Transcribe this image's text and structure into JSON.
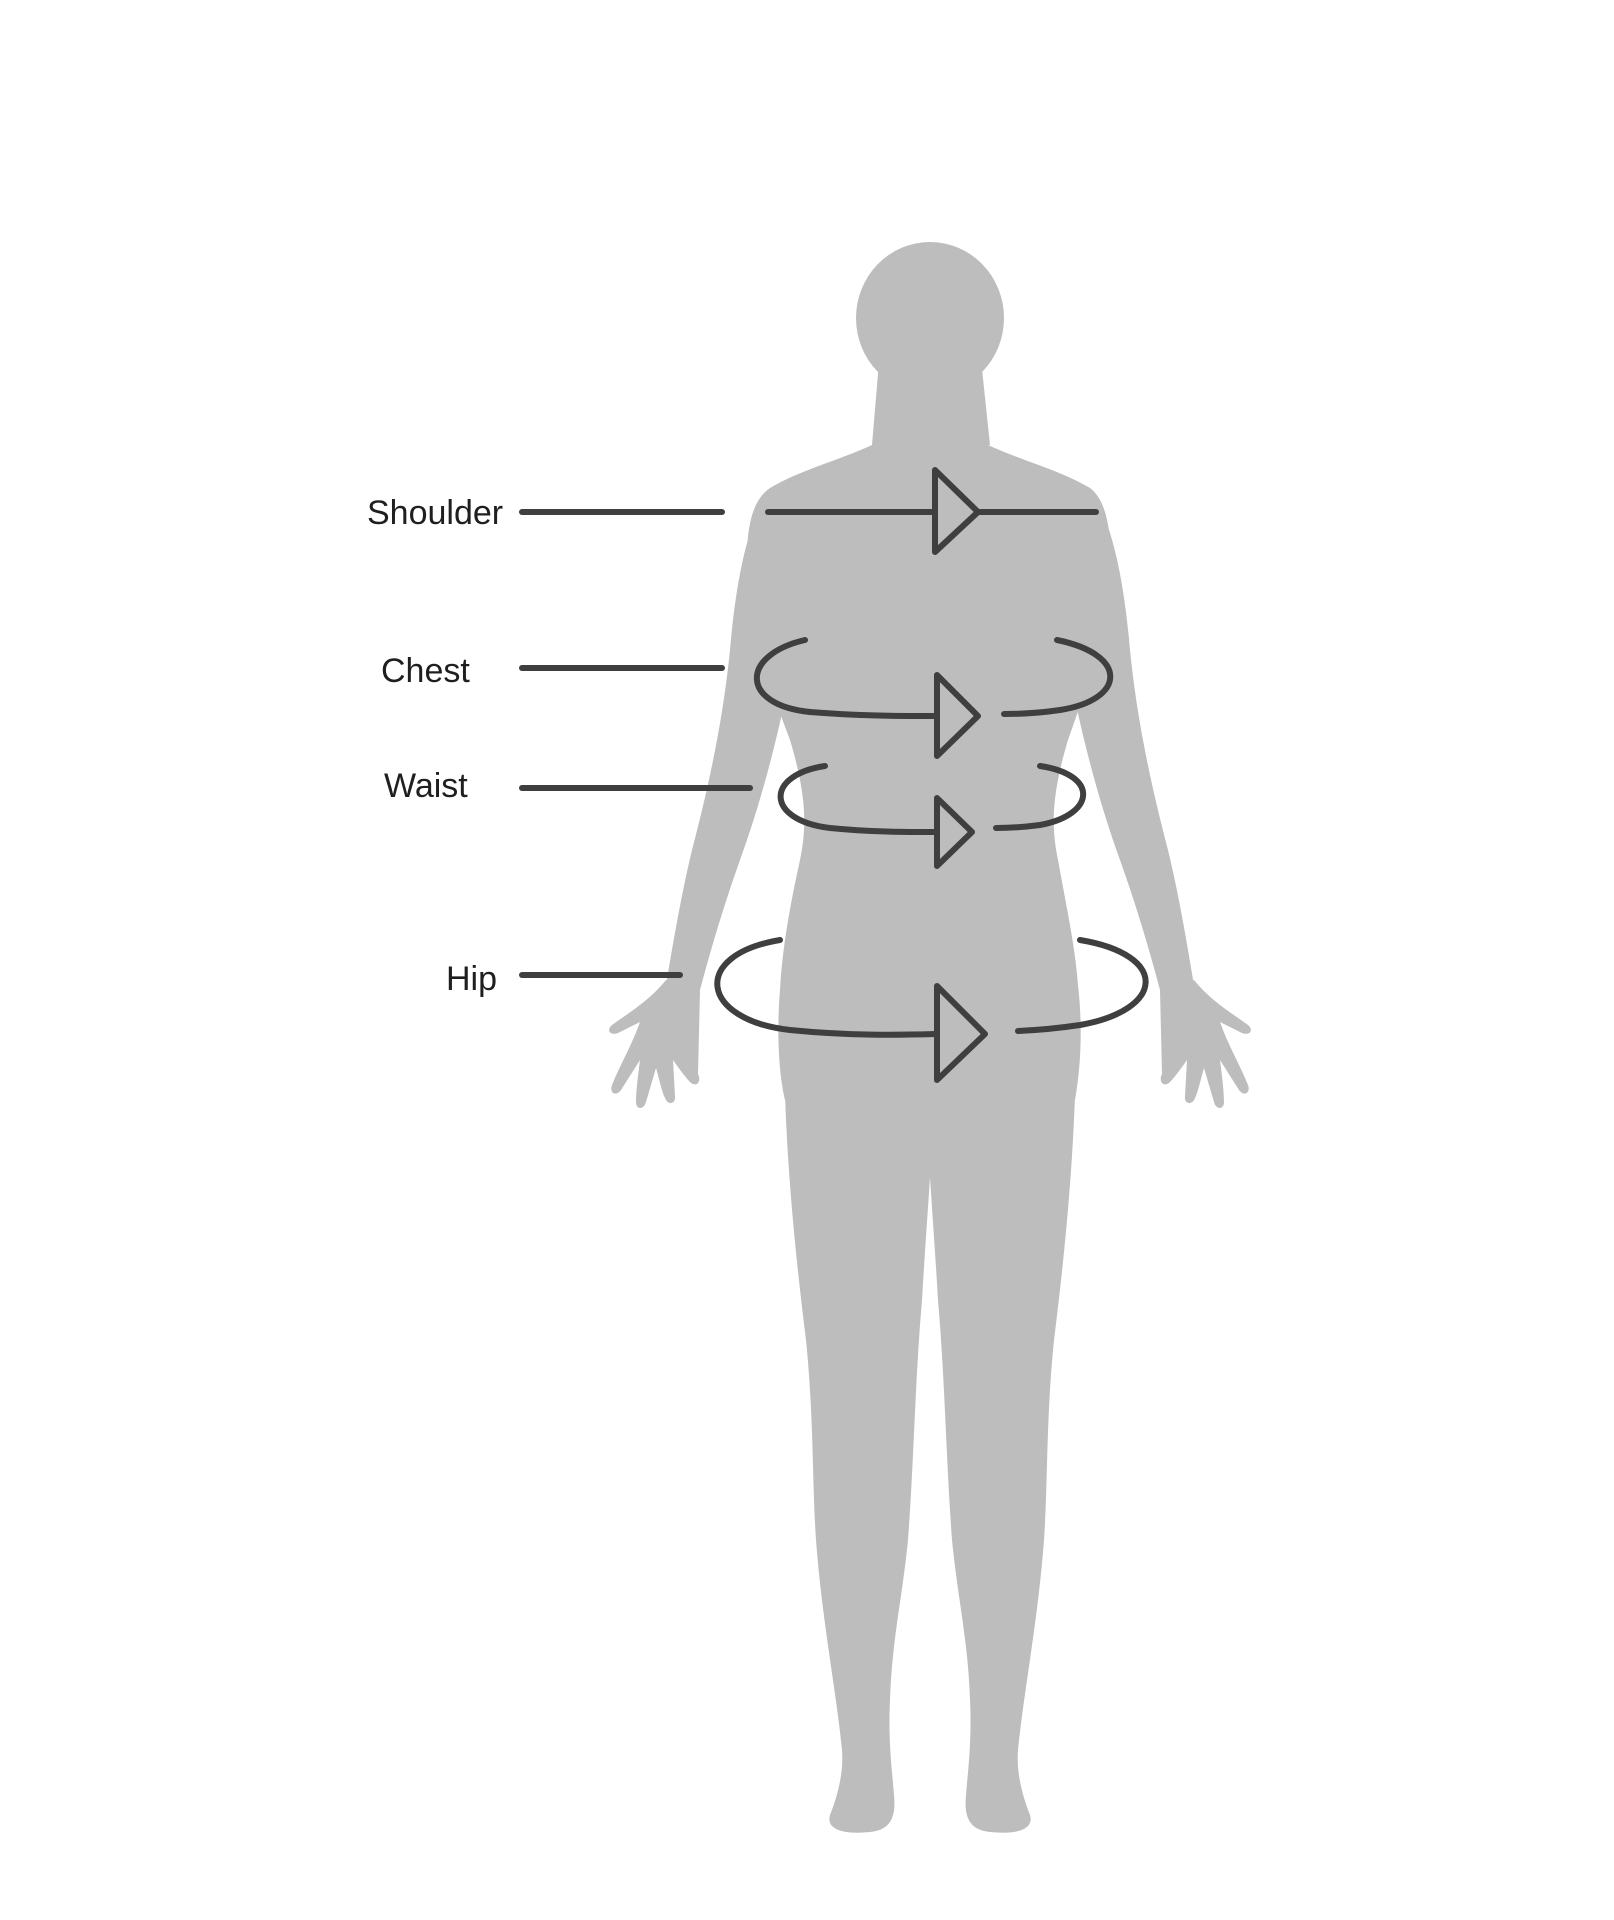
{
  "labels": {
    "shoulder": "Shoulder",
    "chest": "Chest",
    "waist": "Waist",
    "hip": "Hip"
  },
  "colors": {
    "background": "#ffffff",
    "figure": "#bdbdbd",
    "marker": "#3f3f3f",
    "text": "#1f1f1f"
  },
  "figure": {
    "icon": "female-body-silhouette-icon"
  }
}
